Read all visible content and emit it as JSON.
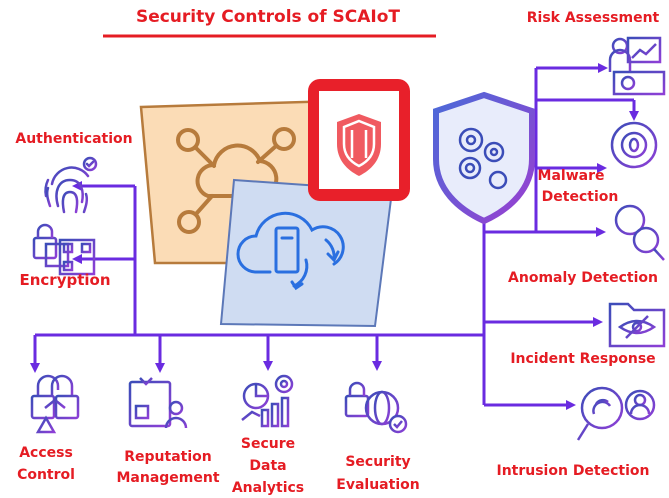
{
  "title": "Security Controls of SCAIoT",
  "colors": {
    "label_red": "#e51c23",
    "connector_purple": "#6a2be0",
    "icon_blue": "#3b4db8",
    "icon_purple": "#8e3fd6",
    "cloud_panel_tan": "#fbdcb6",
    "cloud_panel_border": "#b77b3c",
    "server_panel_blue": "#cfdcf2",
    "shield_tile_red": "#e8202a"
  },
  "central_icons": [
    "cloud-network-icon",
    "cloud-server-sync-icon",
    "shield-tile-icon",
    "gear-shield-icon"
  ],
  "labels": {
    "authentication": "Authentication",
    "encryption": "Encryption",
    "access_control": [
      "Access",
      "Control"
    ],
    "reputation_management": [
      "Reputation",
      "Management"
    ],
    "secure_data_analytics": [
      "Secure",
      "Data",
      "Analytics"
    ],
    "security_evaluation": [
      "Security",
      "Evaluation"
    ],
    "risk_assessment": "Risk Assessment",
    "malware_detection": [
      "Malware",
      "Detection"
    ],
    "anomaly_detection": "Anomaly Detection",
    "incident_response": "Incident Response",
    "intrusion_detection": "Intrusion Detection"
  }
}
